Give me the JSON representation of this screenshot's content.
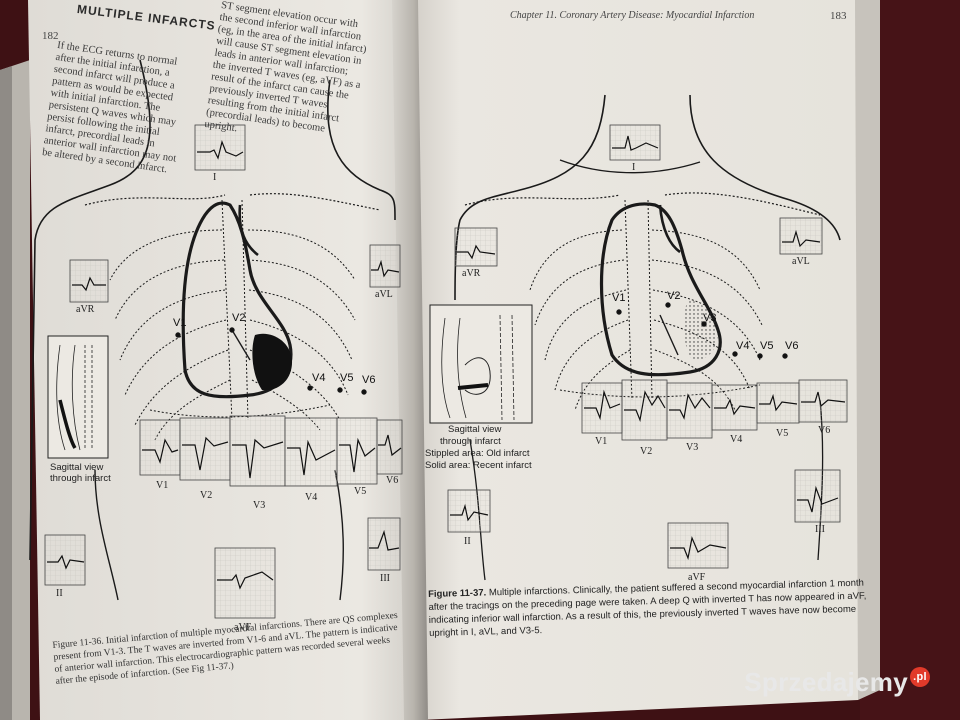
{
  "left_page": {
    "page_number": "182",
    "running_head": "MULTIPLE INFARCTS",
    "body_text_left": "If the ECG returns to normal after the initial infarction, a second infarct will produce a pattern as would be expected with initial infarction. The persistent Q waves which may persist following the initial infarct, precordial leads in anterior wall infarction may not be altered by a second infarct.",
    "body_text_right": "ST segment elevation occur with the second inferior wall infarction (eg, in the area of the initial infarct) will cause ST segment elevation in leads in anterior wall infarction; the inverted T waves (eg, aVF) as a result of the infarct can cause the previously inverted T waves resulting from the initial infarct (precordial leads) to become upright.",
    "leads": {
      "I": "I",
      "aVR": "aVR",
      "aVL": "aVL",
      "V1": "V1",
      "V2": "V2",
      "V3": "V3",
      "V4": "V4",
      "V5": "V5",
      "V6": "V6",
      "II": "II",
      "III": "III",
      "aVF": "aVF"
    },
    "chest_labels": {
      "v1": "V1",
      "v2": "V2",
      "v4": "V4",
      "v5": "V5",
      "v6": "V6"
    },
    "inset_label": "Sagittal view through infarct",
    "caption": "Figure 11-36. Initial infarction of multiple myocardial infarctions. There are QS complexes present from V1-3. The T waves are inverted from V1-6 and aVL. The pattern is indicative of anterior wall infarction. This electrocardiographic pattern was recorded several weeks after the episode of infarction. (See Fig 11-37.)"
  },
  "right_page": {
    "page_number": "183",
    "running_head": "Chapter 11. Coronary Artery Disease: Myocardial Infarction",
    "leads": {
      "I": "I",
      "aVR": "aVR",
      "aVL": "aVL",
      "V1": "V1",
      "V2": "V2",
      "V3": "V3",
      "V4": "V4",
      "V5": "V5",
      "V6": "V6",
      "II": "II",
      "III": "III",
      "aVF": "aVF"
    },
    "chest_labels": {
      "v1": "V1",
      "v2": "V2",
      "v3": "V3",
      "v4": "V4",
      "v5": "V5",
      "v6": "V6"
    },
    "inset_label_1": "Sagittal view",
    "inset_label_2": "through infarct",
    "inset_label_3": "Stippled area: Old infarct",
    "inset_label_4": "Solid area: Recent infarct",
    "caption_bold": "Figure 11-37.",
    "caption": "Multiple infarctions. Clinically, the patient suffered a second myocardial infarction 1 month after the tracings on the preceding page were taken. A deep Q with inverted T has now appeared in aVF, indicating inferior wall infarction. As a result of this, the previously inverted T waves have now become upright in I, aVL, and V3-5."
  },
  "watermark": {
    "brand": "Sprzedajemy",
    "tld": ".pl"
  },
  "colors": {
    "background": "#3a0f12",
    "page": "#e9e6e0",
    "ink": "#1a1a1a",
    "ecg_grid": "#bdbdb8"
  }
}
